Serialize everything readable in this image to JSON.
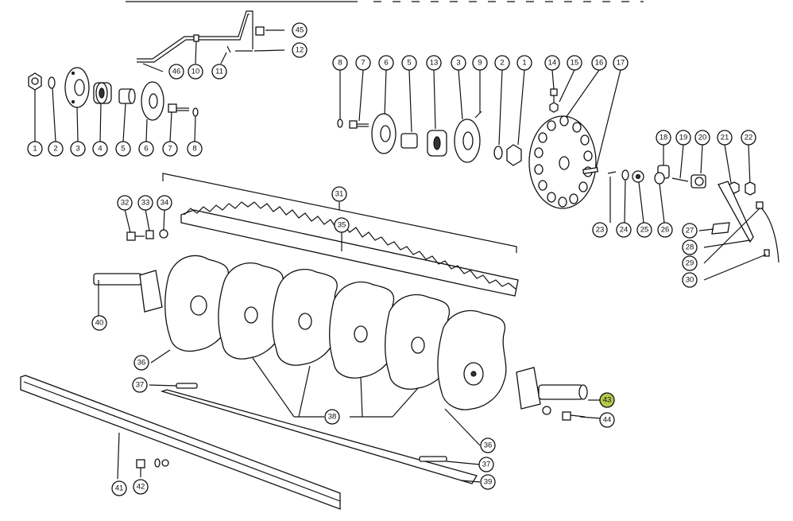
{
  "highlight": {
    "part": "43",
    "color": "#b5c94a"
  },
  "callouts": [
    {
      "id": "c1",
      "label": "1"
    },
    {
      "id": "c2",
      "label": "2"
    },
    {
      "id": "c3",
      "label": "3"
    },
    {
      "id": "c4",
      "label": "4"
    },
    {
      "id": "c5",
      "label": "5"
    },
    {
      "id": "c6",
      "label": "6"
    },
    {
      "id": "c7",
      "label": "7"
    },
    {
      "id": "c8",
      "label": "8"
    },
    {
      "id": "c45",
      "label": "45"
    },
    {
      "id": "c12",
      "label": "12"
    },
    {
      "id": "c46",
      "label": "46"
    },
    {
      "id": "c10",
      "label": "10"
    },
    {
      "id": "c11",
      "label": "11"
    },
    {
      "id": "t8",
      "label": "8"
    },
    {
      "id": "t7",
      "label": "7"
    },
    {
      "id": "t6",
      "label": "6"
    },
    {
      "id": "t5",
      "label": "5"
    },
    {
      "id": "t13",
      "label": "13"
    },
    {
      "id": "t3",
      "label": "3"
    },
    {
      "id": "t9",
      "label": "9"
    },
    {
      "id": "t2",
      "label": "2"
    },
    {
      "id": "t1",
      "label": "1"
    },
    {
      "id": "t14",
      "label": "14"
    },
    {
      "id": "t15",
      "label": "15"
    },
    {
      "id": "t16",
      "label": "16"
    },
    {
      "id": "t17",
      "label": "17"
    },
    {
      "id": "c18",
      "label": "18"
    },
    {
      "id": "c19",
      "label": "19"
    },
    {
      "id": "c20",
      "label": "20"
    },
    {
      "id": "c21",
      "label": "21"
    },
    {
      "id": "c22",
      "label": "22"
    },
    {
      "id": "c23",
      "label": "23"
    },
    {
      "id": "c24",
      "label": "24"
    },
    {
      "id": "c25",
      "label": "25"
    },
    {
      "id": "c26",
      "label": "26"
    },
    {
      "id": "c27",
      "label": "27"
    },
    {
      "id": "c28",
      "label": "28"
    },
    {
      "id": "c29",
      "label": "29"
    },
    {
      "id": "c30",
      "label": "30"
    },
    {
      "id": "c31",
      "label": "31"
    },
    {
      "id": "c32",
      "label": "32"
    },
    {
      "id": "c33",
      "label": "33"
    },
    {
      "id": "c34",
      "label": "34"
    },
    {
      "id": "c35",
      "label": "35"
    },
    {
      "id": "c40",
      "label": "40"
    },
    {
      "id": "c36a",
      "label": "36"
    },
    {
      "id": "c37a",
      "label": "37"
    },
    {
      "id": "c38",
      "label": "38"
    },
    {
      "id": "c43",
      "label": "43"
    },
    {
      "id": "c44",
      "label": "44"
    },
    {
      "id": "c36b",
      "label": "36"
    },
    {
      "id": "c37b",
      "label": "37"
    },
    {
      "id": "c39",
      "label": "39"
    },
    {
      "id": "c41",
      "label": "41"
    },
    {
      "id": "c42",
      "label": "42"
    }
  ]
}
